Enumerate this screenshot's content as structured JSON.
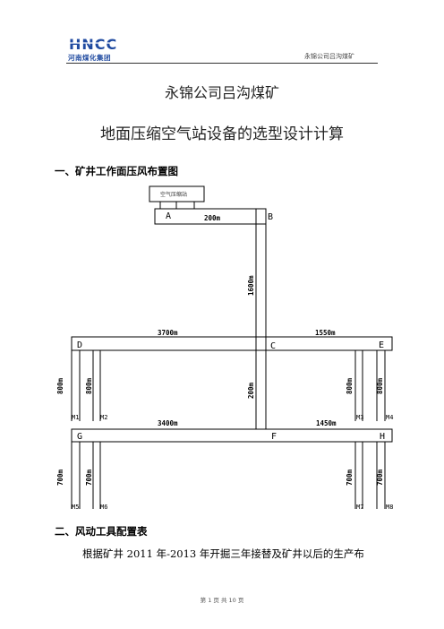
{
  "header": {
    "logo_text": "河南煤化集团",
    "right_text": "永锦公司吕沟煤矿"
  },
  "title": {
    "line1": "永锦公司吕沟煤矿",
    "line2": "地面压缩空气站设备的选型设计计算"
  },
  "section1": "一、矿井工作面压风布置图",
  "diagram": {
    "station_label": "空气压缩站",
    "points": [
      "A",
      "B",
      "C",
      "D",
      "E",
      "F",
      "G",
      "H"
    ],
    "lengths": {
      "ab": "200m",
      "bc": "1600m",
      "dc": "3700m",
      "ce": "1550m",
      "cf": "200m",
      "gf": "3400m",
      "fh": "1450m",
      "d_branch_outer": "800m",
      "d_branch_inner": "800m",
      "e_branch_inner": "800m",
      "e_branch_outer": "800m",
      "g_branch_outer": "700m",
      "g_branch_inner": "700m",
      "h_branch_inner": "700m",
      "h_branch_outer": "700m"
    },
    "outlets": {
      "m1": "M1",
      "m2": "M2",
      "m3": "M3",
      "m4": "M4",
      "m5": "M5",
      "m6": "M6",
      "m7": "M7",
      "m8": "M8"
    }
  },
  "section2": "二、风动工具配置表",
  "paragraph": "根据矿井 2011 年-2013 年开掘三年接替及矿井以后的生产布",
  "footer": "第 1 页 共 10 页"
}
